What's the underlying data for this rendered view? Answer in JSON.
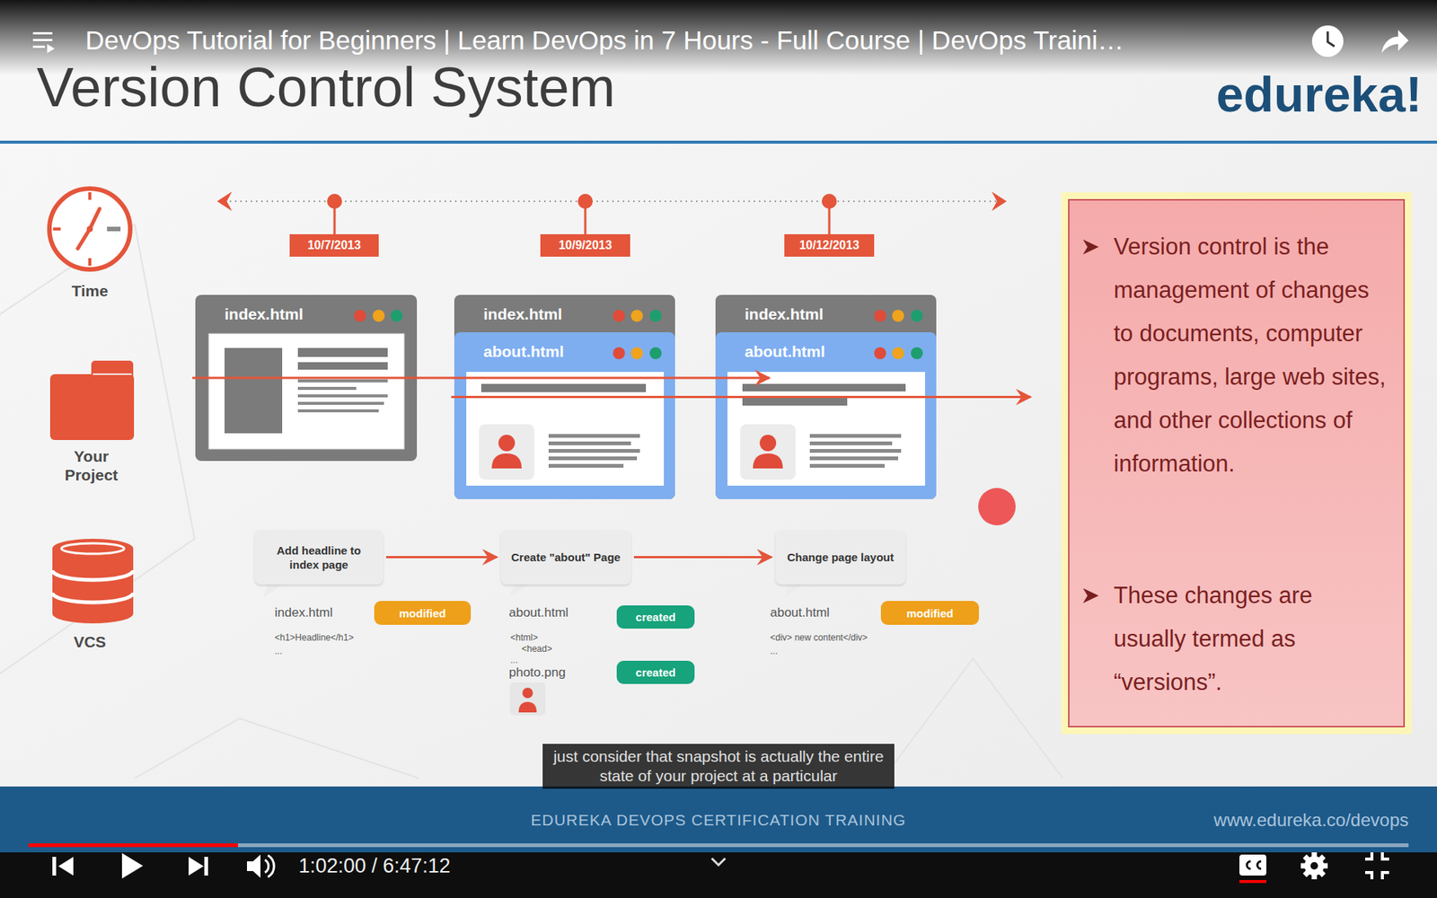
{
  "diagram": {
    "title": "Version Control System",
    "nodes": [
      {
        "text": [
          "10/7/2013"
        ]
      },
      {
        "text": [
          "10/9/2013"
        ]
      },
      {
        "text": [
          "10/12/2013"
        ]
      },
      {
        "text": [
          "index.html"
        ]
      },
      {
        "text": [
          "index.html"
        ]
      },
      {
        "text": [
          "about.html"
        ],
        "in": 4
      },
      {
        "text": [
          "index.html"
        ]
      },
      {
        "text": [
          "about.html"
        ],
        "in": 6
      },
      {
        "text": [
          "Version control is the management of changes to documents, computer programs, large web sites, and other collections of information.",
          "These changes are usually termed as “versions”."
        ]
      },
      {
        "text": [
          "Add headline to index page"
        ]
      },
      {
        "text": [
          "Create \"about\" Page"
        ]
      },
      {
        "text": [
          "Change page layout"
        ]
      },
      {
        "text": [
          "modified"
        ]
      },
      {
        "text": [
          "created"
        ]
      },
      {
        "text": [
          "created"
        ]
      },
      {
        "text": [
          "modified"
        ]
      },
      {
        "text": [
          "EDUREKA DEVOPS CERTIFICATION TRAINING",
          "www.edureka.co/devops"
        ]
      }
    ],
    "edges": [
      {
        "from": 3,
        "to": 4,
        "arrow": "to"
      },
      {
        "from": 4,
        "to": 6,
        "arrow": "to"
      },
      {
        "from": 9,
        "to": 10,
        "arrow": "to"
      },
      {
        "from": 10,
        "to": 11,
        "arrow": "to"
      }
    ],
    "labels": [
      "DevOps Tutorial for Beginners | Learn DevOps in 7 Hours - Full Course | DevOps Traini…",
      "edureka!",
      "Time",
      "Your Project",
      "VCS",
      "index.html",
      "<h1>Headline</h1>",
      "...",
      "about.html",
      "<html>",
      "<head>",
      "...",
      "photo.png",
      "about.html",
      "<div> new content</div>",
      "...",
      "just consider that snapshot is actually the entire state of your project at a particular",
      "1:02:00 / 6:47:12"
    ]
  }
}
